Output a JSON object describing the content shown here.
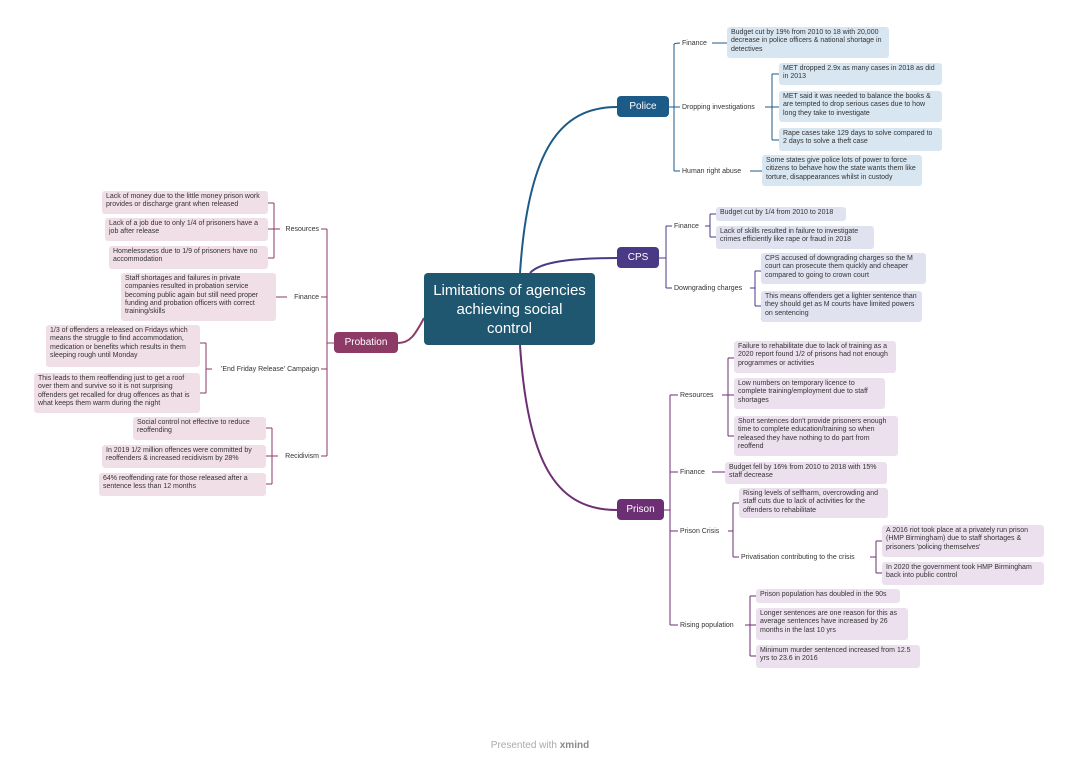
{
  "central": "Limitations of agencies achieving social control",
  "branches": {
    "police": {
      "label": "Police",
      "subs": [
        "Finance",
        "Dropping investigations",
        "Human right abuse"
      ],
      "leaves": [
        "Budget cut by 19% from 2010 to 18 with 20,000 decrease in police officers & national shortage in detectives",
        "MET dropped 2.9x as many cases in 2018 as did in 2013",
        "MET said it was needed to balance the books & are tempted to drop serious cases due to how long they take to investigate",
        "Rape cases take 129 days to solve compared to 2 days to solve a theft case",
        "Some states give police lots of power to force citizens to behave how the state wants them like torture, disappearances whilst in custody"
      ]
    },
    "cps": {
      "label": "CPS",
      "subs": [
        "Finance",
        "Downgrading charges"
      ],
      "leaves": [
        "Budget cut by 1/4 from 2010 to 2018",
        "Lack of skills resulted in failure to investigate crimes efficiently like rape or fraud in 2018",
        "CPS accused of downgrading charges so the M court can prosecute them quickly and cheaper compared to going to crown court",
        "This means offenders get a lighter sentence than they should get as M courts have limited powers on sentencing"
      ]
    },
    "prison": {
      "label": "Prison",
      "subs": [
        "Resources",
        "Finance",
        "Prison Crisis",
        "Privatisation contributing to the crisis",
        "Rising population"
      ],
      "leaves": [
        "Failure to rehabilitate due to lack of training as a 2020 report found 1/2 of prisons had not enough programmes or activities",
        "Low numbers on temporary licence to complete training/employment due to staff shortages",
        "Short sentences don't provide prisoners enough time to complete education/training so when released they have nothing to do part from reoffend",
        "Budget fell by 16% from 2010 to 2018 with 15% staff decrease",
        "Rising levels of selfharm, overcrowding and staff cuts due to lack of activities for the offenders to rehabilitate",
        "A 2016 riot took place at a privately run prison (HMP Birmingham) due to staff shortages & prisoners 'policing themselves'",
        "In 2020 the government took HMP Birmingham back into public control",
        "Prison population has doubled in the 90s",
        "Longer sentences are one reason for this as average sentences have increased by 26 months in the last 10 yrs",
        "Minimum murder sentenced increased from 12.5 yrs to 23.6 in 2016"
      ]
    },
    "probation": {
      "label": "Probation",
      "subs": [
        "Resources",
        "Finance",
        "'End Friday Release' Campaign",
        "Recidivism"
      ],
      "leaves": [
        "Lack of money due to the little money prison work provides or discharge grant when released",
        "Lack of a job due to only 1/4 of prisoners have a job after release",
        "Homelessness due to 1/9 of prisoners have no accommodation",
        "Staff shortages and failures in private companies resulted in probation service becoming public again but still need proper funding and probation officers with correct training/skills",
        "1/3 of offenders a released on Fridays which means the struggle to find accommodation, medication or benefits which results in them sleeping rough until Monday",
        "This leads to them reoffending just to get a roof over them and survive so it is not surprising offenders get recalled for drug offences as that is what keeps them warm during the night",
        "Social control not effective to reduce reoffending",
        "In 2019 1/2 million offences were committed by reoffenders & increased recidivism by 28%",
        "64% reoffending rate for those released after a sentence less than 12 months"
      ]
    }
  },
  "footer": {
    "prefix": "Presented with",
    "brand": "xmind"
  },
  "colors": {
    "central": "#1f5670",
    "police": "#1c5a87",
    "cps": "#4a3a85",
    "prison": "#6c2f73",
    "probation": "#8e3a66"
  }
}
